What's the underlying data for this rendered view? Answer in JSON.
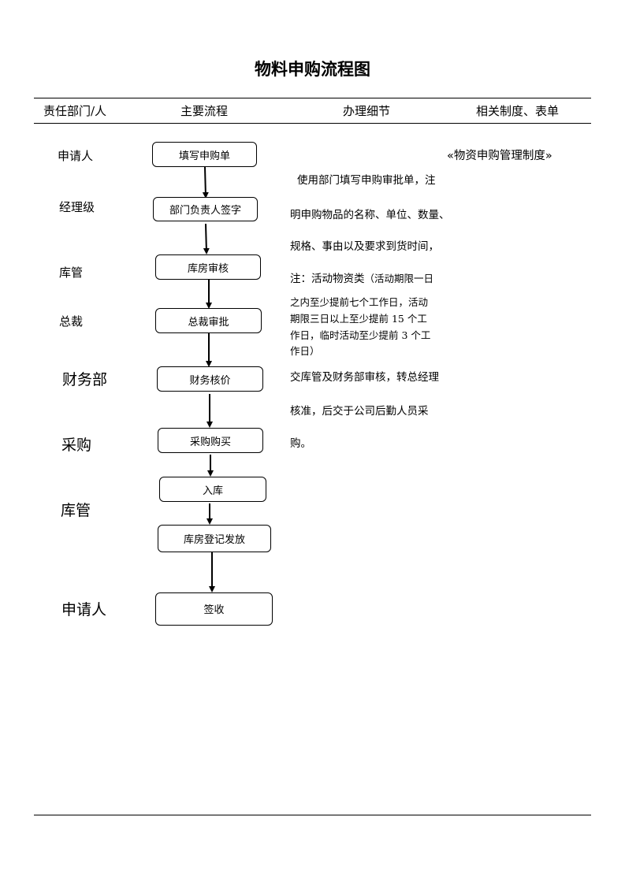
{
  "title": "物料申购流程图",
  "header": {
    "col1": "责任部门/人",
    "col2": "主要流程",
    "col3": "办理细节",
    "col4": "相关制度、表单"
  },
  "roles": [
    "申请人",
    "经理级",
    "库管",
    "总裁",
    "财务部",
    "采购",
    "库管",
    "申请人"
  ],
  "steps": [
    "填写申购单",
    "部门负责人签字",
    "库房审核",
    "总裁审批",
    "财务核价",
    "采购购买",
    "入库",
    "库房登记发放",
    "签收"
  ],
  "details": {
    "line1": "使用部门填写申购审批单，注",
    "line2": "明申购物品的名称、单位、数量、",
    "line3": "规格、事由以及要求到货时间，",
    "line4a": "注：活动物资类",
    "line4b": "（活动期限一日",
    "line5": "之内至少提前七个工作日，活动",
    "line6": "期限三日以上至少提前 15 个工",
    "line7": "作日，临时活动至少提前 3 个工",
    "line8": "作日）",
    "line9": "交库管及财务部审核，转总经理",
    "line10": "核准，后交于公司后勤人员采",
    "line11": "购。"
  },
  "related": "«物资申购管理制度»"
}
